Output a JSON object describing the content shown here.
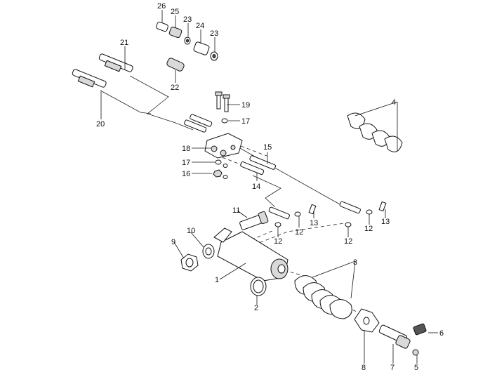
{
  "labels": {
    "p1": "1",
    "p2": "2",
    "p3": "3",
    "p4": "4",
    "p5": "5",
    "p6": "6",
    "p7": "7",
    "p8": "8",
    "p9": "9",
    "p10": "10",
    "p11": "11",
    "p12a": "12",
    "p12b": "12",
    "p12c": "12",
    "p12d": "12",
    "p13a": "13",
    "p13b": "13",
    "p14": "14",
    "p15": "15",
    "p16": "16",
    "p17a": "17",
    "p17b": "17",
    "p18": "18",
    "p19": "19",
    "p20": "20",
    "p21": "21",
    "p22": "22",
    "p23a": "23",
    "p23b": "23",
    "p24": "24",
    "p25": "25",
    "p26": "26"
  }
}
